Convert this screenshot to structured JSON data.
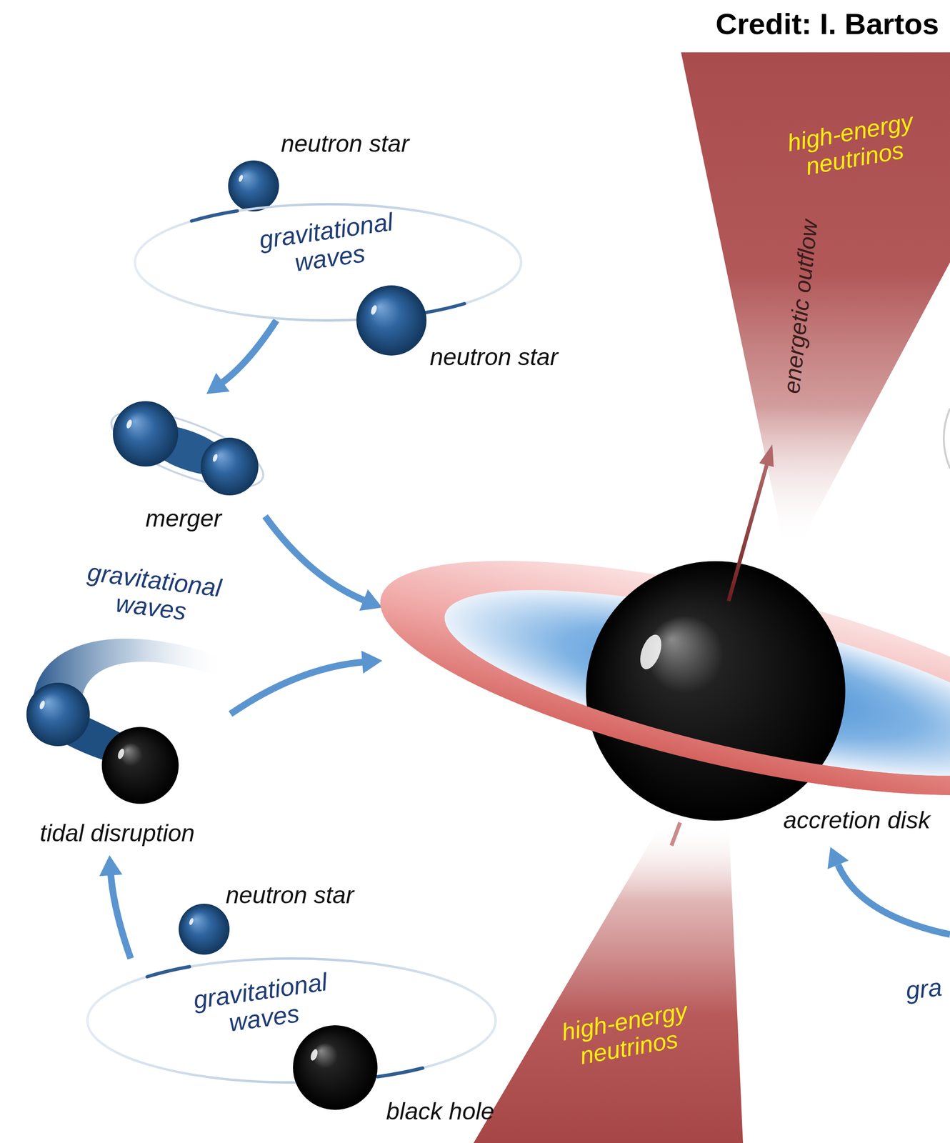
{
  "diagram": {
    "nodes": [
      {
        "text": [
          "neutron star"
        ]
      },
      {
        "text": [
          "gravitational waves"
        ]
      },
      {
        "text": [
          "neutron star"
        ]
      },
      {
        "text": [
          "merger"
        ]
      },
      {
        "text": [
          "tidal disruption"
        ]
      },
      {
        "text": [
          "neutron star"
        ]
      },
      {
        "text": [
          "gravitational waves"
        ]
      },
      {
        "text": [
          "black hole"
        ]
      },
      {
        "text": [
          "accretion disk"
        ]
      }
    ],
    "edges": [
      {
        "from": 1,
        "to": 3,
        "arrow": "to"
      },
      {
        "from": 3,
        "to": 8,
        "arrow": "to"
      },
      {
        "from": 4,
        "to": 8,
        "arrow": "to"
      },
      {
        "from": 6,
        "to": 4,
        "arrow": "to"
      }
    ],
    "labels": [
      "Credit: I. Bartos",
      "high-energy neutrinos",
      "energetic outflow",
      "gravitational waves",
      "high-energy neutrinos",
      "gra"
    ]
  }
}
